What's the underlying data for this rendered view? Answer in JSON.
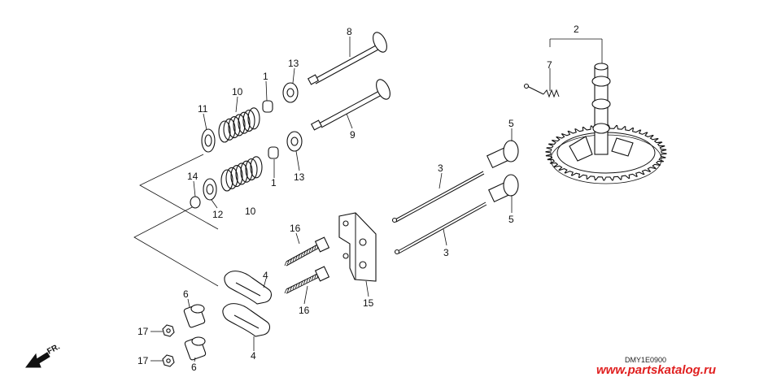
{
  "callouts": {
    "c1a": "1",
    "c1b": "1",
    "c2": "2",
    "c3a": "3",
    "c3b": "3",
    "c4a": "4",
    "c4b": "4",
    "c5a": "5",
    "c5b": "5",
    "c6a": "6",
    "c6b": "6",
    "c7": "7",
    "c8": "8",
    "c9": "9",
    "c10a": "10",
    "c10b": "10",
    "c11": "11",
    "c12": "12",
    "c13a": "13",
    "c13b": "13",
    "c14": "14",
    "c15": "15",
    "c16a": "16",
    "c16b": "16",
    "c17a": "17",
    "c17b": "17"
  },
  "front_arrow_label": "FR.",
  "diagram_code": "DMY1E0900",
  "watermark": "www.partskatalog.ru"
}
